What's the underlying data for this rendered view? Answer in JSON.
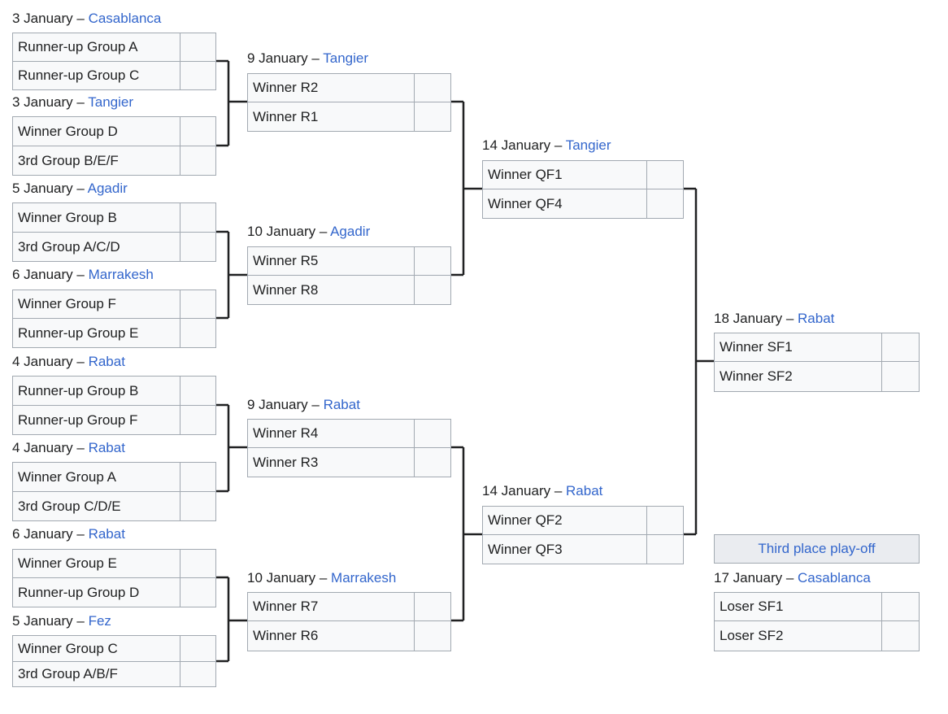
{
  "bracket": {
    "round_of_16": [
      {
        "date": "3 January",
        "venue": "Casablanca",
        "teams": [
          "Runner-up Group A",
          "Runner-up Group C"
        ],
        "scores": [
          "",
          ""
        ]
      },
      {
        "date": "3 January",
        "venue": "Tangier",
        "teams": [
          "Winner Group D",
          "3rd Group B/E/F"
        ],
        "scores": [
          "",
          ""
        ]
      },
      {
        "date": "5 January",
        "venue": "Agadir",
        "teams": [
          "Winner Group B",
          "3rd Group A/C/D"
        ],
        "scores": [
          "",
          ""
        ]
      },
      {
        "date": "6 January",
        "venue": "Marrakesh",
        "teams": [
          "Winner Group F",
          "Runner-up Group E"
        ],
        "scores": [
          "",
          ""
        ]
      },
      {
        "date": "4 January",
        "venue": "Rabat",
        "teams": [
          "Runner-up Group B",
          "Runner-up Group F"
        ],
        "scores": [
          "",
          ""
        ]
      },
      {
        "date": "4 January",
        "venue": "Rabat",
        "teams": [
          "Winner Group A",
          "3rd Group C/D/E"
        ],
        "scores": [
          "",
          ""
        ]
      },
      {
        "date": "6 January",
        "venue": "Rabat",
        "teams": [
          "Winner Group E",
          "Runner-up Group D"
        ],
        "scores": [
          "",
          ""
        ]
      },
      {
        "date": "5 January",
        "venue": "Fez",
        "teams": [
          "Winner Group C",
          "3rd Group A/B/F"
        ],
        "scores": [
          "",
          ""
        ]
      }
    ],
    "quarter_finals": [
      {
        "date": "9 January",
        "venue": "Tangier",
        "teams": [
          "Winner R2",
          "Winner R1"
        ],
        "scores": [
          "",
          ""
        ]
      },
      {
        "date": "10 January",
        "venue": "Agadir",
        "teams": [
          "Winner R5",
          "Winner R8"
        ],
        "scores": [
          "",
          ""
        ]
      },
      {
        "date": "9 January",
        "venue": "Rabat",
        "teams": [
          "Winner R4",
          "Winner R3"
        ],
        "scores": [
          "",
          ""
        ]
      },
      {
        "date": "10 January",
        "venue": "Marrakesh",
        "teams": [
          "Winner R7",
          "Winner R6"
        ],
        "scores": [
          "",
          ""
        ]
      }
    ],
    "semi_finals": [
      {
        "date": "14 January",
        "venue": "Tangier",
        "teams": [
          "Winner QF1",
          "Winner QF4"
        ],
        "scores": [
          "",
          ""
        ]
      },
      {
        "date": "14 January",
        "venue": "Rabat",
        "teams": [
          "Winner QF2",
          "Winner QF3"
        ],
        "scores": [
          "",
          ""
        ]
      }
    ],
    "final": {
      "date": "18 January",
      "venue": "Rabat",
      "teams": [
        "Winner SF1",
        "Winner SF2"
      ],
      "scores": [
        "",
        ""
      ]
    },
    "third_place": {
      "heading": "Third place play-off",
      "date": "17 January",
      "venue": "Casablanca",
      "teams": [
        "Loser SF1",
        "Loser SF2"
      ],
      "scores": [
        "",
        ""
      ]
    },
    "label_separator": " – "
  },
  "colors": {
    "link": "#3366cc",
    "cell_background": "#f8f9fa",
    "cell_border": "#a2a9b1",
    "banner_background": "#eaecf0",
    "connector": "#202122"
  }
}
